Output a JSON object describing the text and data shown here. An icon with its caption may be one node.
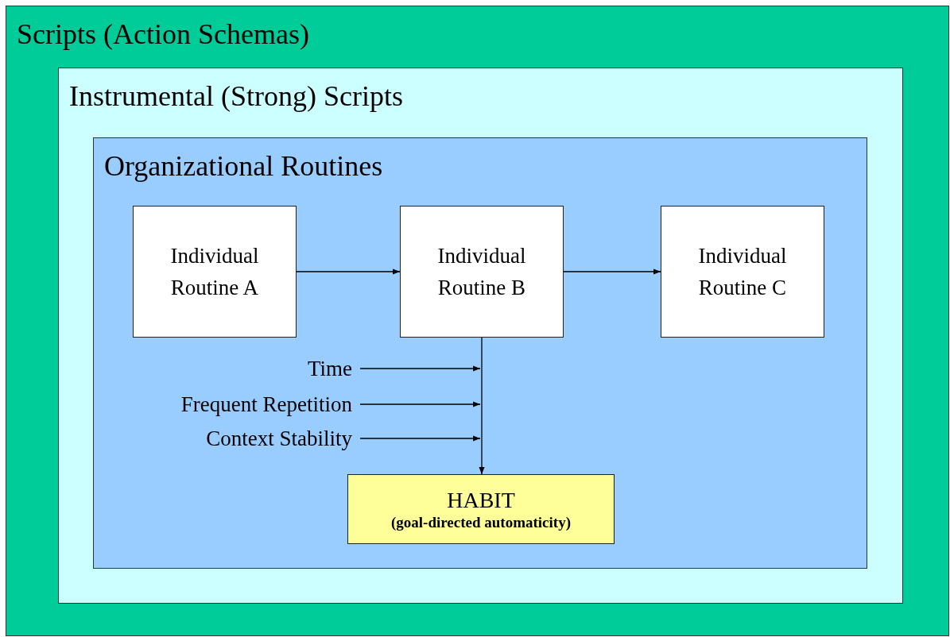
{
  "diagram": {
    "nodes": [
      {
        "text": [
          "Scripts (Action Schemas)"
        ]
      },
      {
        "text": [
          "Instrumental (Strong) Scripts"
        ],
        "in": 0
      },
      {
        "text": [
          "Organizational Routines"
        ],
        "in": 1
      },
      {
        "text": [
          "Individual Routine A"
        ],
        "in": 2
      },
      {
        "text": [
          "Individual Routine B"
        ],
        "in": 2
      },
      {
        "text": [
          "Individual Routine C"
        ],
        "in": 2
      },
      {
        "text": [
          "Time"
        ],
        "in": 2
      },
      {
        "text": [
          "Frequent Repetition"
        ],
        "in": 2
      },
      {
        "text": [
          "Context Stability"
        ],
        "in": 2
      },
      {
        "text": [
          "HABIT",
          "(goal-directed automaticity)"
        ],
        "in": 2
      }
    ],
    "edges": [
      {
        "from": 3,
        "to": 4,
        "arrow": "to"
      },
      {
        "from": 4,
        "to": 5,
        "arrow": "to"
      },
      {
        "from": 4,
        "to": 9,
        "arrow": "to"
      },
      {
        "from": 6,
        "to": null,
        "arrow": "to"
      },
      {
        "from": 7,
        "to": null,
        "arrow": "to"
      },
      {
        "from": 8,
        "to": null,
        "arrow": "to"
      }
    ]
  }
}
